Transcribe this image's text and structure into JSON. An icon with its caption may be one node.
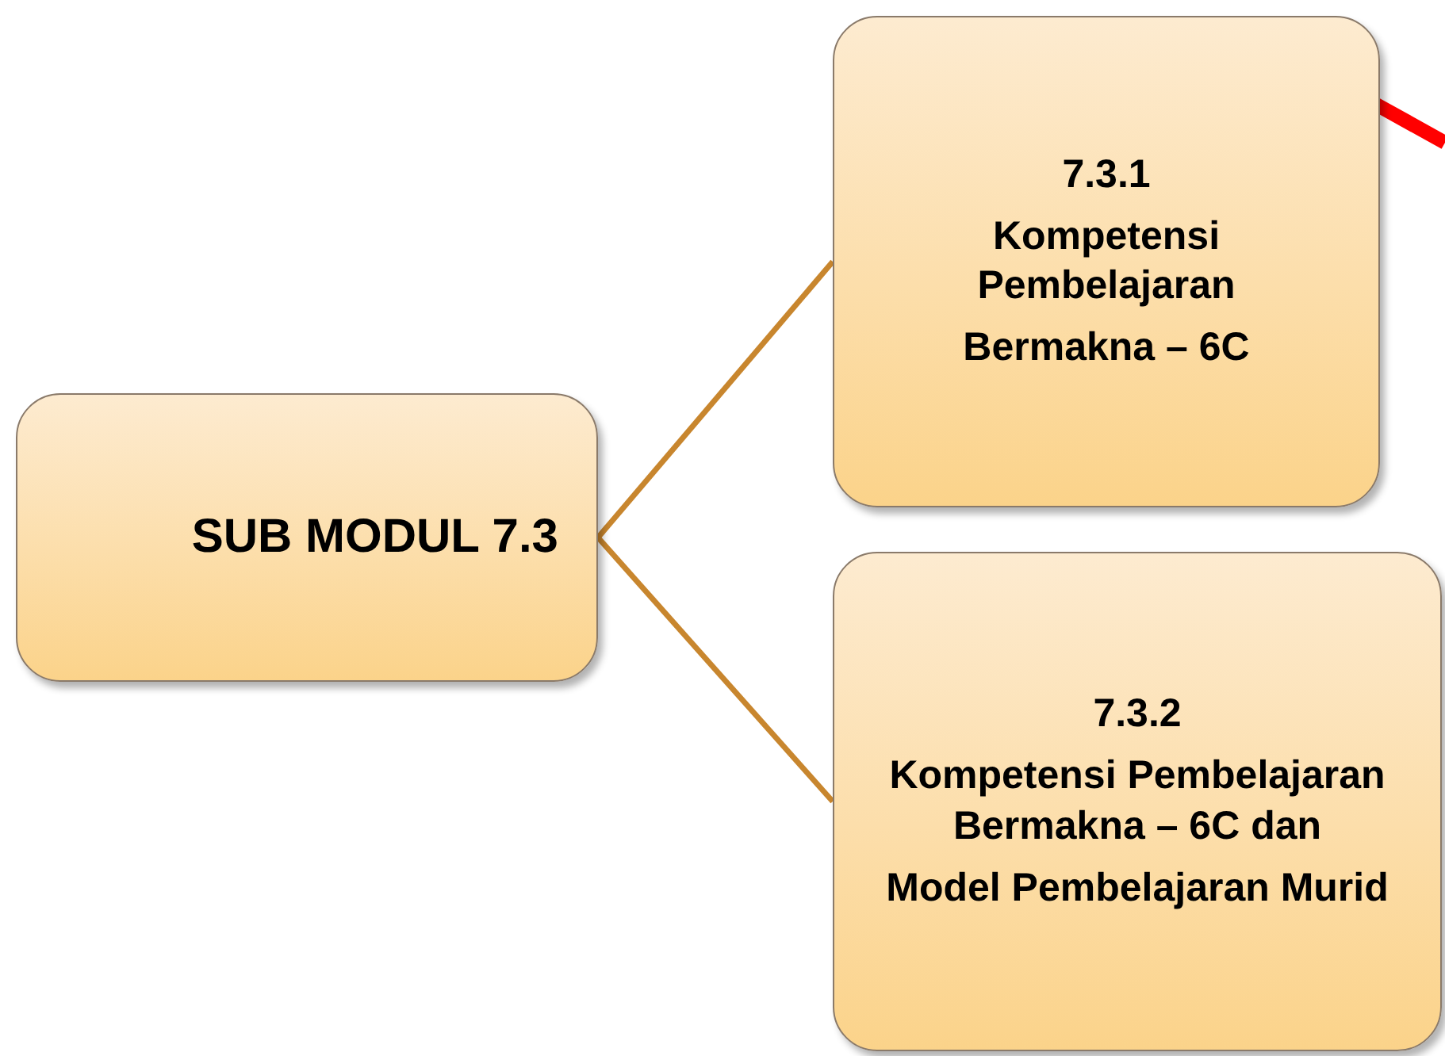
{
  "diagram": {
    "nodes": [
      {
        "text": [
          "SUB MODUL 7.3"
        ]
      },
      {
        "text": [
          "7.3.1",
          "Kompetensi Pembelajaran",
          "Bermakna – 6C"
        ]
      },
      {
        "text": [
          "7.3.2",
          "Kompetensi Pembelajaran Bermakna – 6C dan",
          "Model Pembelajaran Murid"
        ]
      }
    ],
    "edges": [
      {
        "from": 0,
        "to": 1,
        "arrow": "none"
      },
      {
        "from": 0,
        "to": 2,
        "arrow": "none"
      },
      {
        "from": 1,
        "to": null,
        "arrow": "none",
        "style": "thick",
        "color": "#ff0000"
      }
    ]
  }
}
